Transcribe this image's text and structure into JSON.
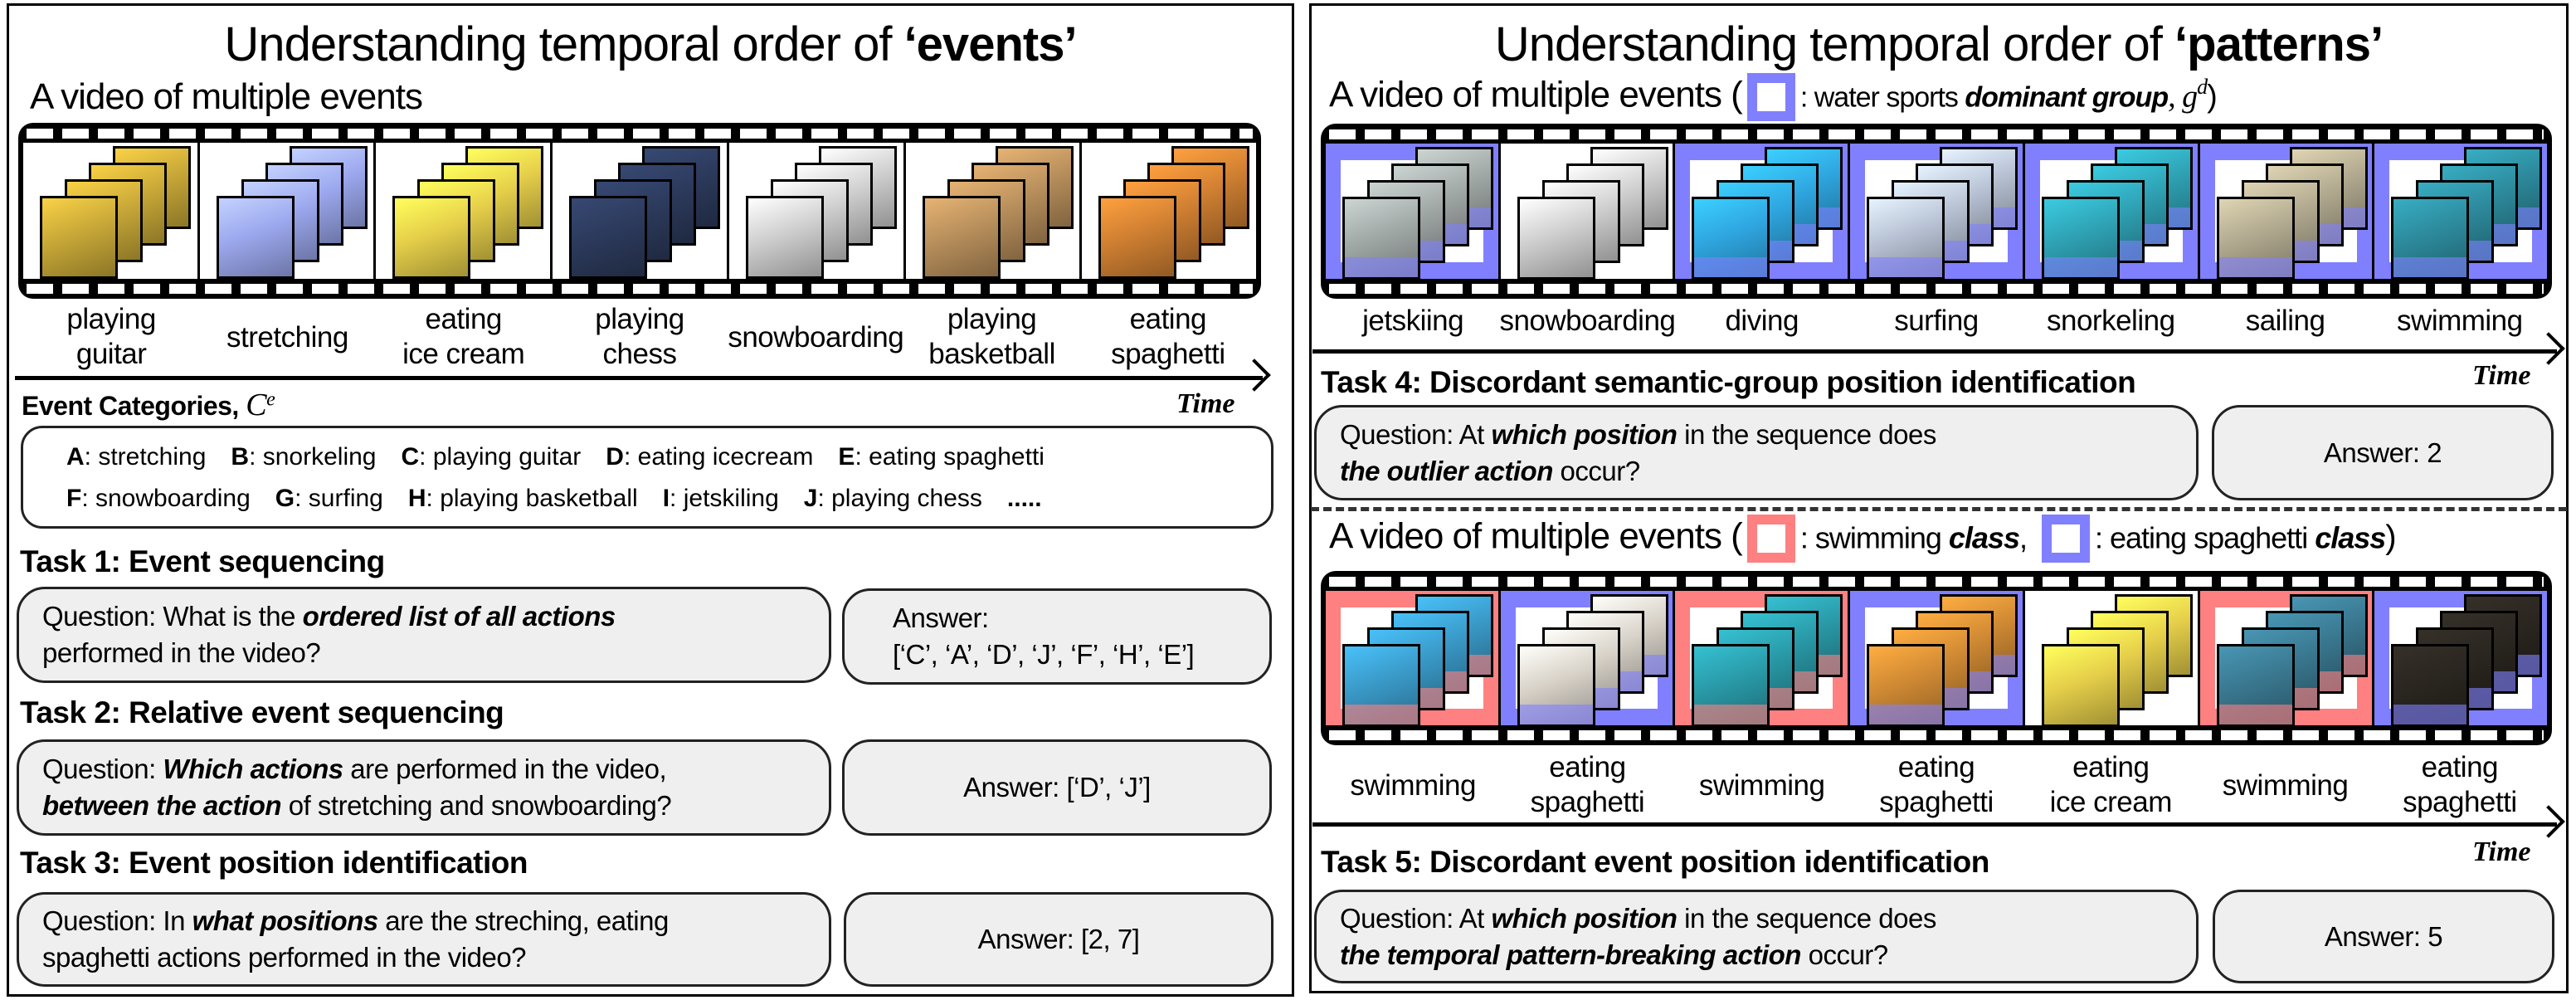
{
  "colors": {
    "dominant_group": "#8080ff",
    "swimming_class": "#ff8080",
    "spaghetti_class": "#8080ff",
    "box_fill": "#efefef"
  },
  "left": {
    "title_prefix": "Understanding temporal order of ",
    "title_emph": "‘events’",
    "video_label": "A video of multiple events",
    "frames": [
      {
        "label": [
          "playing",
          "guitar"
        ],
        "thumb": "#c8a838",
        "group": null
      },
      {
        "label": [
          "stretching"
        ],
        "thumb": "#9ca8ee",
        "group": null
      },
      {
        "label": [
          "eating",
          "ice cream"
        ],
        "thumb": "#e6cf4a",
        "group": null
      },
      {
        "label": [
          "playing",
          "chess"
        ],
        "thumb": "#2c3a5c",
        "group": null
      },
      {
        "label": [
          "snowboarding"
        ],
        "thumb": "#cfcfcf",
        "group": null
      },
      {
        "label": [
          "playing",
          "basketball"
        ],
        "thumb": "#b88f5c",
        "group": null
      },
      {
        "label": [
          "eating",
          "spaghetti"
        ],
        "thumb": "#d08032",
        "group": null
      }
    ],
    "time_label": "Time",
    "categories_title": "Event Categories,",
    "categories_symbol": "C",
    "categories_sup": "e",
    "categories": [
      [
        {
          "key": "A",
          "val": ": stretching"
        },
        {
          "key": "B",
          "val": ": snorkeling"
        },
        {
          "key": "C",
          "val": ": playing guitar"
        },
        {
          "key": "D",
          "val": ": eating icecream"
        },
        {
          "key": "E",
          "val": ": eating spaghetti"
        }
      ],
      [
        {
          "key": "F",
          "val": ": snowboarding"
        },
        {
          "key": "G",
          "val": ": surfing"
        },
        {
          "key": "H",
          "val": ": playing basketball"
        },
        {
          "key": "I",
          "val": ": jetskiling"
        },
        {
          "key": "J",
          "val": ": playing chess"
        },
        {
          "key": "",
          "val": "....."
        }
      ]
    ],
    "tasks": [
      {
        "title": "Task 1:  Event sequencing",
        "question": [
          [
            {
              "t": "Question: What is the "
            },
            {
              "t": "ordered list of all actions",
              "e": 1
            }
          ],
          [
            {
              "t": "performed in the video?"
            }
          ]
        ],
        "answer": [
          "Answer:",
          "[‘C’, ‘A’, ‘D’, ‘J’, ‘F’, ‘H’, ‘E’]"
        ]
      },
      {
        "title": "Task 2: Relative event sequencing",
        "question": [
          [
            {
              "t": "Question: "
            },
            {
              "t": "Which actions",
              "e": 1
            },
            {
              "t": " are performed in the video,"
            }
          ],
          [
            {
              "t": "between the action",
              "e": 1
            },
            {
              "t": " of stretching and snowboarding?"
            }
          ]
        ],
        "answer": [
          "Answer: [‘D’, ‘J’]"
        ]
      },
      {
        "title": "Task 3: Event position identification",
        "question": [
          [
            {
              "t": "Question: In "
            },
            {
              "t": "what positions",
              "e": 1
            },
            {
              "t": " are the streching, eating"
            }
          ],
          [
            {
              "t": "spaghetti actions performed in the video?"
            }
          ]
        ],
        "answer": [
          "Answer: [2, 7]"
        ]
      }
    ]
  },
  "right": {
    "title_prefix": "Understanding temporal order of ",
    "title_emph": "‘patterns’",
    "video1": {
      "prefix": "A video of multiple events (",
      "desc": ": water sports ",
      "desc_emph": "dominant group",
      "symbol": ", g",
      "sup": "d",
      "suffix": ")"
    },
    "frames1": [
      {
        "label": [
          "jetskiing"
        ],
        "thumb": "#a2aaa8",
        "group": "#8080ff"
      },
      {
        "label": [
          "snowboarding"
        ],
        "thumb": "#cfcfcf",
        "group": null
      },
      {
        "label": [
          "diving"
        ],
        "thumb": "#2fa6e0",
        "group": "#8080ff"
      },
      {
        "label": [
          "surfing"
        ],
        "thumb": "#b8c2d4",
        "group": "#8080ff"
      },
      {
        "label": [
          "snorkeling"
        ],
        "thumb": "#2fa2b4",
        "group": "#8080ff"
      },
      {
        "label": [
          "sailing"
        ],
        "thumb": "#b2aa90",
        "group": "#8080ff"
      },
      {
        "label": [
          "swimming"
        ],
        "thumb": "#2d8a9c",
        "group": "#8080ff"
      }
    ],
    "time_label": "Time",
    "task4": {
      "title": "Task 4: Discordant semantic-group position identification",
      "question": [
        [
          {
            "t": "Question: At "
          },
          {
            "t": "which position",
            "e": 1
          },
          {
            "t": " in the sequence does"
          }
        ],
        [
          {
            "t": "the outlier action",
            "e": 1
          },
          {
            "t": " occur?"
          }
        ]
      ],
      "answer": [
        "Answer: 2"
      ]
    },
    "video2": {
      "prefix": "A video of multiple events (",
      "desc1": ": swimming ",
      "desc1_emph": "class",
      "sep": ",",
      "desc2": ": eating spaghetti ",
      "desc2_emph": "class",
      "suffix": ")"
    },
    "frames2": [
      {
        "label": [
          "swimming"
        ],
        "thumb": "#3a9ac8",
        "group": "#ff8080"
      },
      {
        "label": [
          "eating",
          "spaghetti"
        ],
        "thumb": "#d8d2c8",
        "group": "#8080ff"
      },
      {
        "label": [
          "swimming"
        ],
        "thumb": "#2a9aa8",
        "group": "#ff8080"
      },
      {
        "label": [
          "eating",
          "spaghetti"
        ],
        "thumb": "#d08a34",
        "group": "#8080ff"
      },
      {
        "label": [
          "eating",
          "ice cream"
        ],
        "thumb": "#e6cf4a",
        "group": null
      },
      {
        "label": [
          "swimming"
        ],
        "thumb": "#3a7890",
        "group": "#ff8080"
      },
      {
        "label": [
          "eating",
          "spaghetti"
        ],
        "thumb": "#2a2620",
        "group": "#8080ff"
      }
    ],
    "task5": {
      "title": "Task 5: Discordant event position identification",
      "question": [
        [
          {
            "t": "Question: At "
          },
          {
            "t": "which position",
            "e": 1
          },
          {
            "t": " in the sequence does"
          }
        ],
        [
          {
            "t": "the temporal pattern-breaking action",
            "e": 1
          },
          {
            "t": " occur?"
          }
        ]
      ],
      "answer": [
        "Answer: 5"
      ]
    }
  }
}
